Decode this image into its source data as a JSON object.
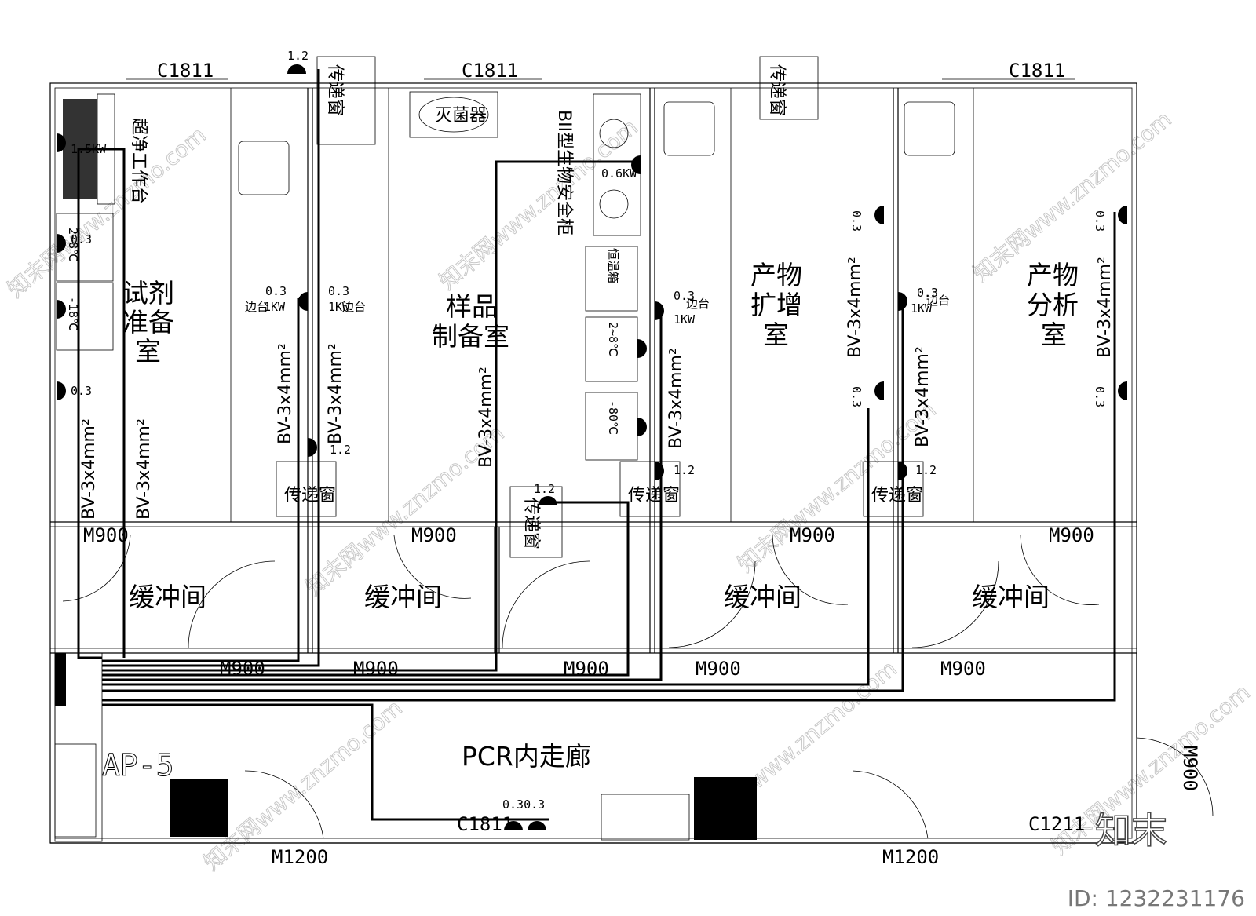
{
  "rooms": {
    "reagent_prep": [
      "试剂",
      "准备",
      "室"
    ],
    "sample_prep": [
      "样品",
      "制备室"
    ],
    "amplification": [
      "产物",
      "扩增",
      "室"
    ],
    "analysis": [
      "产物",
      "分析",
      "室"
    ],
    "buffer": "缓冲间",
    "corridor": "PCR内走廊"
  },
  "windows": {
    "c1811": "C1811",
    "c1211": "C1211"
  },
  "doors": {
    "m900": "M900",
    "m1200": "M1200"
  },
  "equipment": {
    "clean_bench": "超净工作台",
    "sterilizer": "灭菌器",
    "bio_cabinet": "BII型生物安全柜",
    "pass_box": "传递窗",
    "fridge_2_8": "2~8℃",
    "freezer_m18": "-18℃",
    "freezer_m80": "-80℃",
    "incubator": "恒温箱",
    "side_table": "边台"
  },
  "electrical": {
    "cable": "BV-3x4mm²",
    "panel": "AP-5",
    "h03": "0.3",
    "h12": "1.2",
    "h03_03": "0.30.3",
    "p1kw": "1KW",
    "p15kw": "1.5KW",
    "p06kw": "0.6KW"
  },
  "watermark": "知末网www.znzmo.com",
  "brand": "知末",
  "id_text": "ID: 1232231176"
}
